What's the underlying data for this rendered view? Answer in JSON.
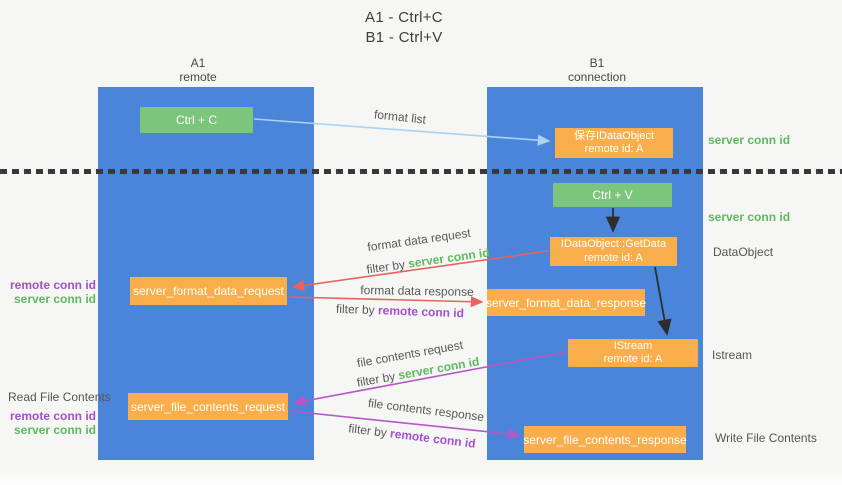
{
  "title": {
    "line1": "A1 - Ctrl+C",
    "line2": "B1 - Ctrl+V"
  },
  "lifelines": {
    "a1": {
      "name": "A1",
      "role": "remote"
    },
    "b1": {
      "name": "B1",
      "role": "connection"
    }
  },
  "boxes": {
    "ctrl_c": {
      "label": "Ctrl + C"
    },
    "ctrl_v": {
      "label": "Ctrl + V"
    },
    "save_idataobject": {
      "line1": "保存IDataObject",
      "line2": "remote id: A"
    },
    "idataobject_getdata": {
      "line1": "IDataObject::GetData",
      "line2": "remote id: A"
    },
    "istream": {
      "line1": "IStream",
      "line2": "remote id: A"
    },
    "server_format_data_request": {
      "label": "server_format_data_request"
    },
    "server_format_data_response": {
      "label": "server_format_data_response"
    },
    "server_file_contents_request": {
      "label": "server_file_contents_request"
    },
    "server_file_contents_response": {
      "label": "server_file_contents_response"
    }
  },
  "labels": {
    "format_list": "format list",
    "format_data_request": "format data request",
    "format_data_response": "format data response",
    "file_contents_request": "file contents request",
    "file_contents_response": "file contents response",
    "filter_by": "filter by",
    "server_conn_id": "server conn id",
    "remote_conn_id": "remote conn id",
    "dataobject": "DataObject",
    "istream": "Istream",
    "read_file_contents": "Read File Contents",
    "write_file_contents": "Write File Contents"
  },
  "colors": {
    "lifeline_blue": "#4b85d9",
    "action_green": "#7cc57d",
    "message_orange": "#f9ae4b",
    "arrow_red": "#e7635c",
    "arrow_purple": "#b757c7",
    "arrow_light_blue": "#a9d3f0",
    "arrow_black": "#2d2d2d",
    "text_green": "#5eb95f",
    "text_purple": "#a44fd0",
    "text_gray": "#595959",
    "background": "#f6f6f4"
  }
}
